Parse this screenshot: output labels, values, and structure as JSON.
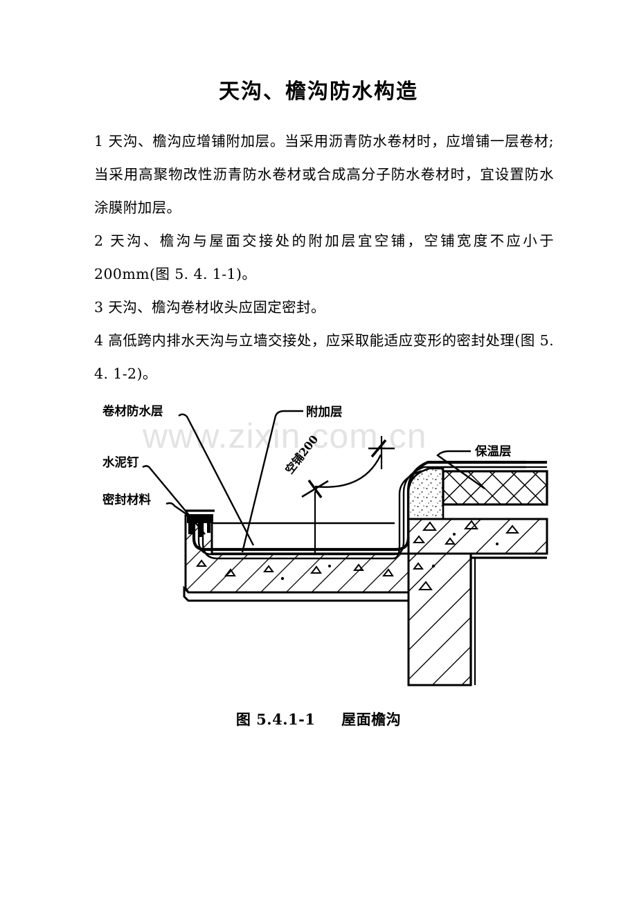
{
  "document": {
    "title": "天沟、檐沟防水构造",
    "paragraphs": [
      "1 天沟、檐沟应增铺附加层。当采用沥青防水卷材时，应增铺一层卷材; 当采用高聚物改性沥青防水卷材或合成高分子防水卷材时，宜设置防水涂膜附加层。",
      "2 天沟、檐沟与屋面交接处的附加层宜空铺，空铺宽度不应小于200mm(图 5. 4. 1-1)。",
      "3 天沟、檐沟卷材收头应固定密封。",
      "4 高低跨内排水天沟与立墙交接处，应采取能适应变形的密封处理(图 5. 4. 1-2)。"
    ]
  },
  "watermark": {
    "text": "www.zixin.com.cn",
    "color": "#e3e3e3"
  },
  "figure": {
    "caption_number": "图 5.4.1-1",
    "caption_title": "屋面檐沟",
    "labels": {
      "membrane": "卷材防水层",
      "cement_nail": "水泥钉",
      "sealant": "密封材料",
      "extra_layer": "附加层",
      "insulation": "保温层",
      "dimension": "空铺200"
    }
  },
  "colors": {
    "ink": "#000000",
    "paper": "#ffffff",
    "watermark": "#e3e3e3"
  }
}
